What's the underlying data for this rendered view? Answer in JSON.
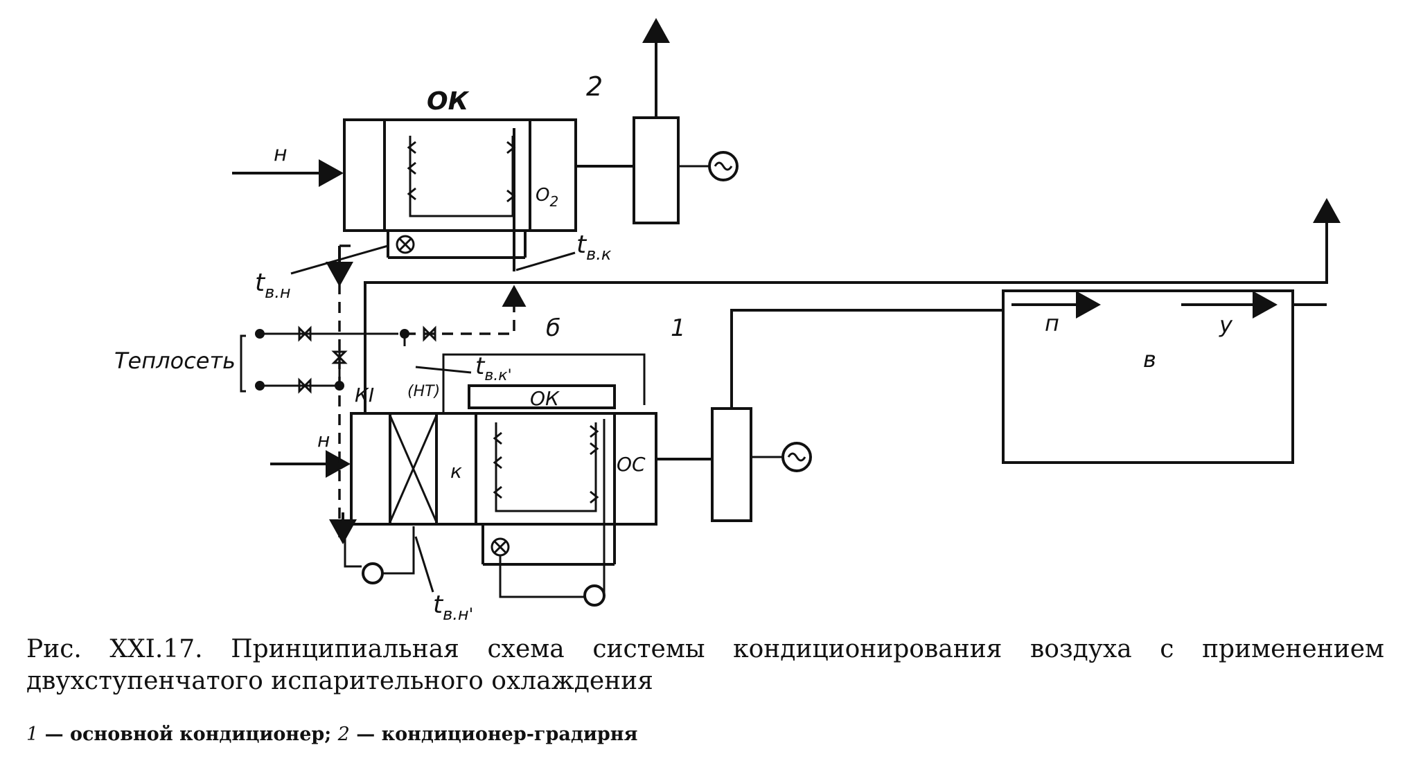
{
  "labels": {
    "ok_top": "ОК",
    "unit2": "2",
    "n_top": "н",
    "o2": "О",
    "o2_sub": "2",
    "t_vk": "t",
    "t_vk_sub": "в.к",
    "t_vn": "t",
    "t_vn_sub": "в.н",
    "b": "б",
    "unit1": "1",
    "teploset": "Теплосеть",
    "k1": "КI",
    "nt": "(НТ)",
    "t_vk2": "t",
    "t_vk2_sub": "в.к'",
    "ok_bottom": "ОК",
    "n_bottom": "н",
    "k": "к",
    "oc": "ОС",
    "p": "п",
    "u": "у",
    "v": "в",
    "t_vn2": "t",
    "t_vn2_sub": "в.н'"
  },
  "caption": {
    "title": "Рис. XXI.17. Принципиальная схема системы кондиционирования воздуха с применением двухступенчатого испарительного охлаждения",
    "legend_1_num": "1",
    "legend_1_text": " — основной кондиционер; ",
    "legend_2_num": "2",
    "legend_2_text": " — кондиционер-градирня"
  }
}
